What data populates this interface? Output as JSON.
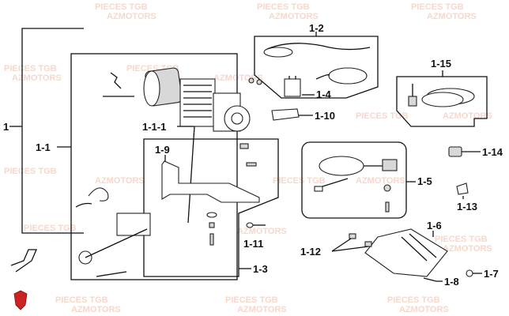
{
  "watermark": {
    "line1": "PIECES TGB",
    "line2": "AZMOTORS",
    "color": "#f2b8a0"
  },
  "callouts": [
    {
      "id": "c1",
      "text": "1"
    },
    {
      "id": "c1-1",
      "text": "1-1"
    },
    {
      "id": "c1-1-1",
      "text": "1-1-1"
    },
    {
      "id": "c1-2",
      "text": "1-2"
    },
    {
      "id": "c1-3",
      "text": "1-3"
    },
    {
      "id": "c1-4",
      "text": "1-4"
    },
    {
      "id": "c1-5",
      "text": "1-5"
    },
    {
      "id": "c1-6",
      "text": "1-6"
    },
    {
      "id": "c1-7",
      "text": "1-7"
    },
    {
      "id": "c1-8",
      "text": "1-8"
    },
    {
      "id": "c1-9",
      "text": "1-9"
    },
    {
      "id": "c1-10",
      "text": "1-10"
    },
    {
      "id": "c1-11",
      "text": "1-11"
    },
    {
      "id": "c1-12",
      "text": "1-12"
    },
    {
      "id": "c1-13",
      "text": "1-13"
    },
    {
      "id": "c1-14",
      "text": "1-14"
    },
    {
      "id": "c1-15",
      "text": "1-15"
    }
  ],
  "logo": {
    "color": "#cc2222",
    "icon": "shield-logo-icon"
  }
}
